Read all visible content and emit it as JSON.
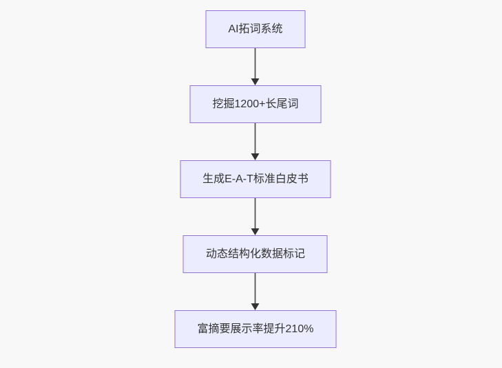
{
  "diagram": {
    "type": "flowchart",
    "direction": "top-down",
    "nodes": [
      {
        "id": "A",
        "label": "AI拓词系统"
      },
      {
        "id": "B",
        "label": "挖掘1200+长尾词"
      },
      {
        "id": "C",
        "label": "生成E-A-T标准白皮书"
      },
      {
        "id": "D",
        "label": "动态结构化数据标记"
      },
      {
        "id": "E",
        "label": "富摘要展示率提升210%"
      }
    ],
    "edges": [
      {
        "from": "A",
        "to": "B"
      },
      {
        "from": "B",
        "to": "C"
      },
      {
        "from": "C",
        "to": "D"
      },
      {
        "from": "D",
        "to": "E"
      }
    ],
    "colors": {
      "node_fill": "#ECECFF",
      "node_border": "#9370DB",
      "node_text": "#333333",
      "arrow": "#555555",
      "arrowhead": "#333333",
      "background": "#f8f8f8"
    }
  }
}
